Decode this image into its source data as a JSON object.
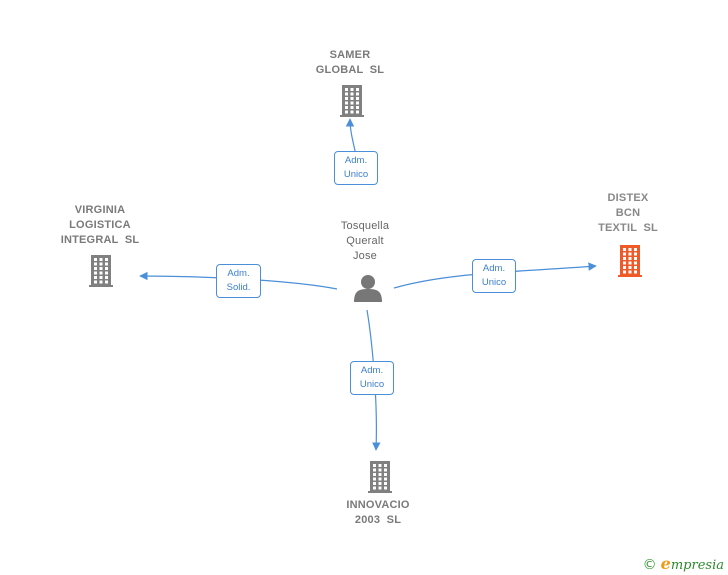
{
  "colors": {
    "edge": "#4a8fd8",
    "building": "#808080",
    "building_highlight": "#f05a28",
    "person": "#777777"
  },
  "center": {
    "name_lines": [
      "Tosquella",
      "Queralt",
      "Jose"
    ],
    "icon": "person-icon"
  },
  "companies": [
    {
      "id": "samer",
      "name_lines": [
        "SAMER",
        "GLOBAL  SL"
      ],
      "icon": "building-icon",
      "highlight": false
    },
    {
      "id": "virginia",
      "name_lines": [
        "VIRGINIA",
        "LOGISTICA",
        "INTEGRAL  SL"
      ],
      "icon": "building-icon",
      "highlight": false
    },
    {
      "id": "distex",
      "name_lines": [
        "DISTEX",
        "BCN",
        "TEXTIL  SL"
      ],
      "icon": "building-icon",
      "highlight": true
    },
    {
      "id": "innovacio",
      "name_lines": [
        "INNOVACIO",
        "2003  SL"
      ],
      "icon": "building-icon",
      "highlight": false
    }
  ],
  "relations": [
    {
      "to": "samer",
      "label_lines": [
        "Adm.",
        "Unico"
      ]
    },
    {
      "to": "virginia",
      "label_lines": [
        "Adm.",
        "Solid."
      ]
    },
    {
      "to": "distex",
      "label_lines": [
        "Adm.",
        "Unico"
      ]
    },
    {
      "to": "innovacio",
      "label_lines": [
        "Adm.",
        "Unico"
      ]
    }
  ],
  "footer": {
    "copyright": "©",
    "brand_initial": "e",
    "brand_rest": "mpresia"
  }
}
